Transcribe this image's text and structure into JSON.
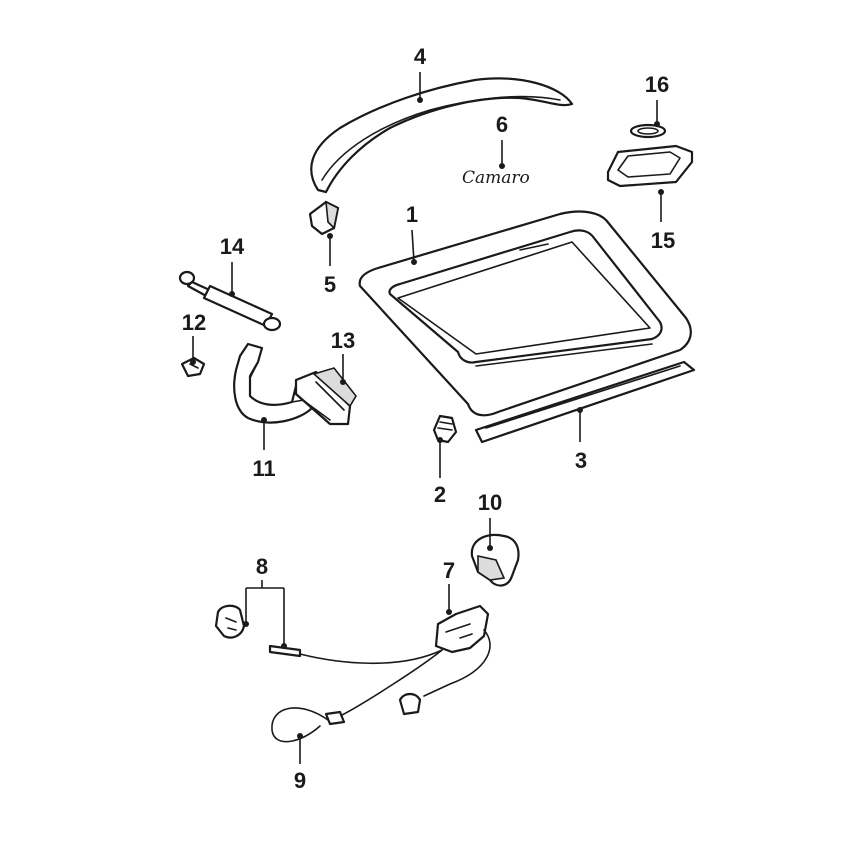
{
  "diagram": {
    "emblem_text": "Camaro",
    "callouts": [
      {
        "id": "1",
        "label": "1"
      },
      {
        "id": "2",
        "label": "2"
      },
      {
        "id": "3",
        "label": "3"
      },
      {
        "id": "4",
        "label": "4"
      },
      {
        "id": "5",
        "label": "5"
      },
      {
        "id": "6",
        "label": "6"
      },
      {
        "id": "7",
        "label": "7"
      },
      {
        "id": "8",
        "label": "8"
      },
      {
        "id": "9",
        "label": "9"
      },
      {
        "id": "10",
        "label": "10"
      },
      {
        "id": "11",
        "label": "11"
      },
      {
        "id": "12",
        "label": "12"
      },
      {
        "id": "13",
        "label": "13"
      },
      {
        "id": "14",
        "label": "14"
      },
      {
        "id": "15",
        "label": "15"
      },
      {
        "id": "16",
        "label": "16"
      }
    ]
  }
}
